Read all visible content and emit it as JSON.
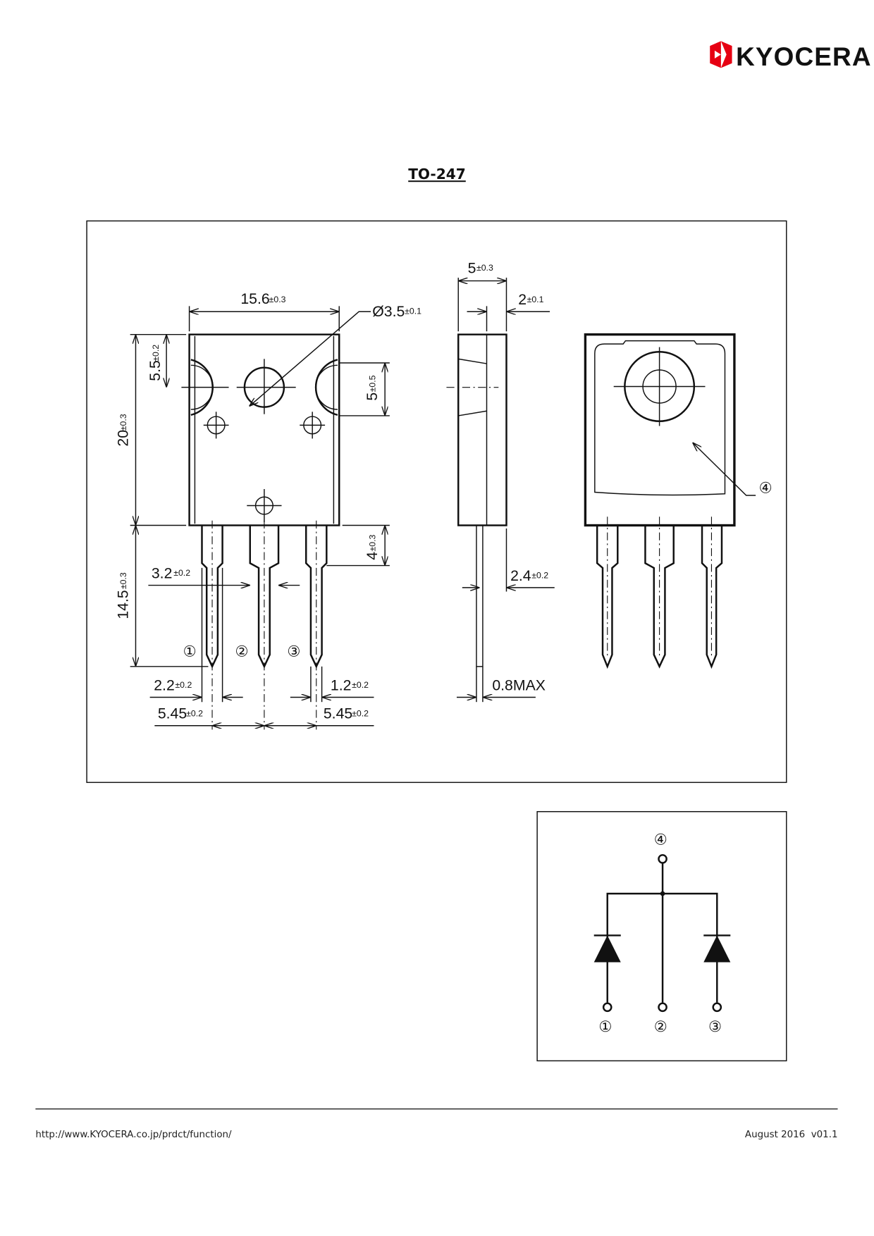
{
  "header": {
    "logo_text": "KYOCERA",
    "brand_color": "#E60012"
  },
  "title": "TO-247",
  "dimensions": {
    "width": {
      "value": "15.6",
      "tol": "±0.3"
    },
    "hole_dia": {
      "value": "Ø3.5",
      "tol": "±0.1"
    },
    "hole_offset": {
      "value": "5.5",
      "tol": "±0.2"
    },
    "notch": {
      "value": "5",
      "tol": "±0.5"
    },
    "body_height": {
      "value": "20",
      "tol": "±0.3"
    },
    "lead_length": {
      "value": "14.5",
      "tol": "±0.3"
    },
    "shoulder": {
      "value": "4",
      "tol": "±0.3"
    },
    "lead_wide": {
      "value": "3.2",
      "tol": "±0.2"
    },
    "lead_mid": {
      "value": "2.2",
      "tol": "±0.2"
    },
    "lead_narrow": {
      "value": "1.2",
      "tol": "±0.2"
    },
    "pitch_left": {
      "value": "5.45",
      "tol": "±0.2"
    },
    "pitch_right": {
      "value": "5.45",
      "tol": "±0.2"
    },
    "thickness": {
      "value": "5",
      "tol": "±0.3"
    },
    "tab": {
      "value": "2",
      "tol": "±0.1"
    },
    "lead_offset": {
      "value": "2.4",
      "tol": "±0.2"
    },
    "lead_thickness": {
      "value": "0.8MAX"
    }
  },
  "pins": {
    "p1": "①",
    "p2": "②",
    "p3": "③",
    "p4": "④"
  },
  "footer": {
    "url": "http://www.KYOCERA.co.jp/prdct/function/",
    "date_version": "August 2016  v01.1"
  }
}
